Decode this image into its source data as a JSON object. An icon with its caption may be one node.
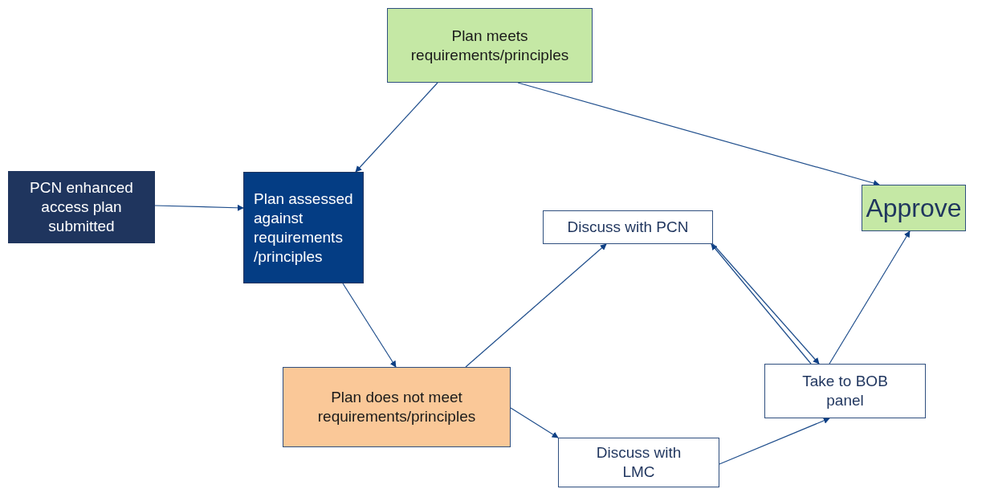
{
  "diagram": {
    "nodes": [
      {
        "text": [
          "Plan meets requirements/principles"
        ]
      },
      {
        "text": [
          "PCN enhanced access plan submitted"
        ]
      },
      {
        "text": [
          "Plan assessed against requirements /principles"
        ]
      },
      {
        "text": [
          "Approve"
        ]
      },
      {
        "text": [
          "Discuss with PCN"
        ]
      },
      {
        "text": [
          "Plan does not meet requirements/principles"
        ]
      },
      {
        "text": [
          "Take to BOB panel"
        ]
      },
      {
        "text": [
          "Discuss with LMC"
        ]
      }
    ],
    "edges": [
      {
        "from": 0,
        "to": 2,
        "arrow": "to"
      },
      {
        "from": 0,
        "to": 3,
        "arrow": "to"
      },
      {
        "from": 1,
        "to": 2,
        "arrow": "to"
      },
      {
        "from": 2,
        "to": 5,
        "arrow": "to"
      },
      {
        "from": 5,
        "to": 4,
        "arrow": "to"
      },
      {
        "from": 6,
        "to": 4,
        "arrow": "to"
      },
      {
        "from": 4,
        "to": 6,
        "arrow": "to"
      },
      {
        "from": 6,
        "to": 3,
        "arrow": "to"
      },
      {
        "from": 5,
        "to": 7,
        "arrow": "to"
      },
      {
        "from": 7,
        "to": 6,
        "arrow": "to"
      }
    ]
  }
}
